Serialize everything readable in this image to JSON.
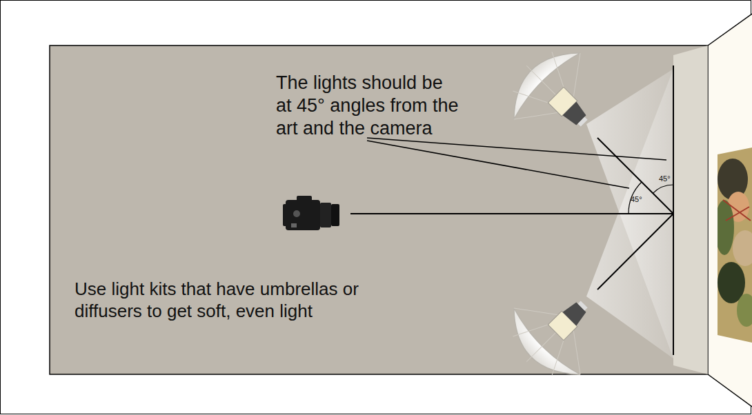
{
  "diagram": {
    "labels": [
      "The lights should be at 45° angles from the art and the camera",
      "Use light kits that have umbrellas or diffusers to get soft, even light",
      "45°",
      "45°"
    ]
  }
}
